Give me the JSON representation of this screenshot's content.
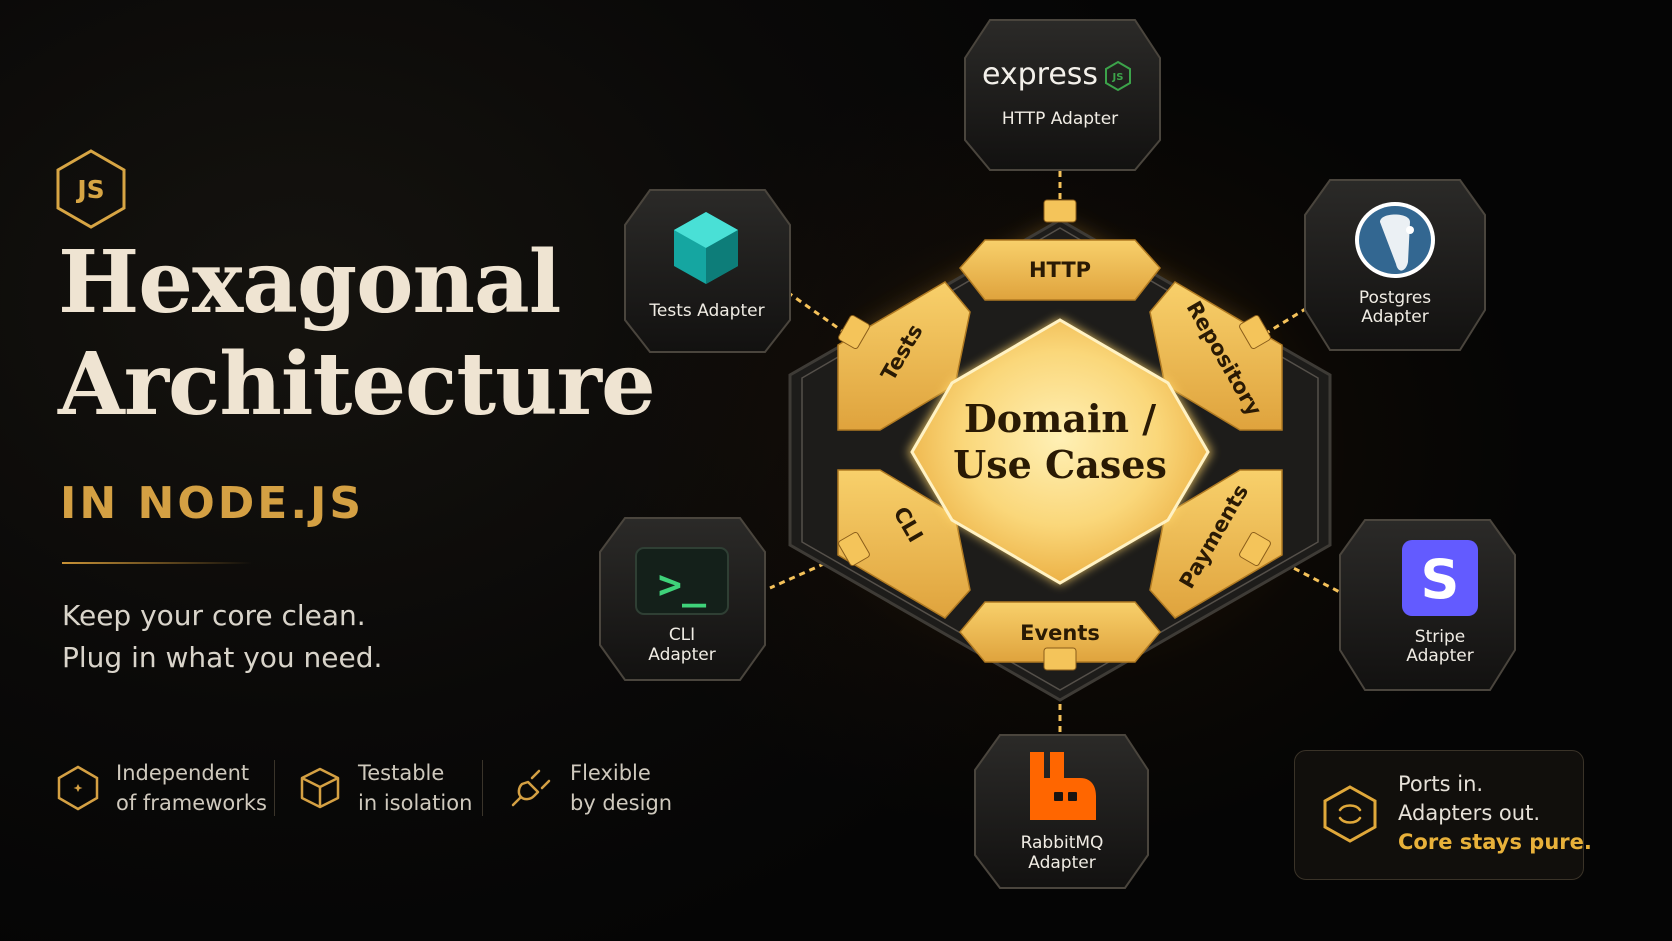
{
  "badge": {
    "label": "JS"
  },
  "title": {
    "line1": "Hexagonal",
    "line2": "Architecture"
  },
  "subtitle": "IN NODE.JS",
  "tagline": {
    "line1": "Keep your core clean.",
    "line2": "Plug in what you need."
  },
  "features": [
    {
      "icon": "hexagon-icon",
      "line1": "Independent",
      "line2": "of frameworks"
    },
    {
      "icon": "cube-icon",
      "line1": "Testable",
      "line2": "in isolation"
    },
    {
      "icon": "plug-icon",
      "line1": "Flexible",
      "line2": "by design"
    }
  ],
  "core": {
    "line1": "Domain /",
    "line2": "Use Cases"
  },
  "ports": {
    "http": "HTTP",
    "repository": "Repository",
    "payments": "Payments",
    "events": "Events",
    "cli": "CLI",
    "tests": "Tests"
  },
  "adapters": {
    "http": {
      "logo": "express",
      "logo_badge": "JS",
      "line1": "HTTP Adapter"
    },
    "postgres": {
      "icon": "elephant-icon",
      "line1": "Postgres",
      "line2": "Adapter"
    },
    "stripe": {
      "logo_letter": "S",
      "line1": "Stripe",
      "line2": "Adapter"
    },
    "rabbitmq": {
      "icon": "rabbitmq-icon",
      "line1": "RabbitMQ",
      "line2": "Adapter"
    },
    "cli": {
      "prompt": ">_",
      "line1": "CLI",
      "line2": "Adapter"
    },
    "tests": {
      "icon": "teal-cube-icon",
      "line1": "Tests Adapter"
    }
  },
  "callout": {
    "line1": "Ports in.",
    "line2": "Adapters out.",
    "line3": "Core stays pure."
  },
  "colors": {
    "accent_gold": "#d4a043",
    "core_fill": "#f8d57a",
    "port_fill": "#f0c35c",
    "stripe_purple": "#635bff",
    "rabbitmq_orange": "#ff6600",
    "postgres_blue": "#336791",
    "express_green": "#3ca34a",
    "tests_teal": "#1fb5b0"
  }
}
